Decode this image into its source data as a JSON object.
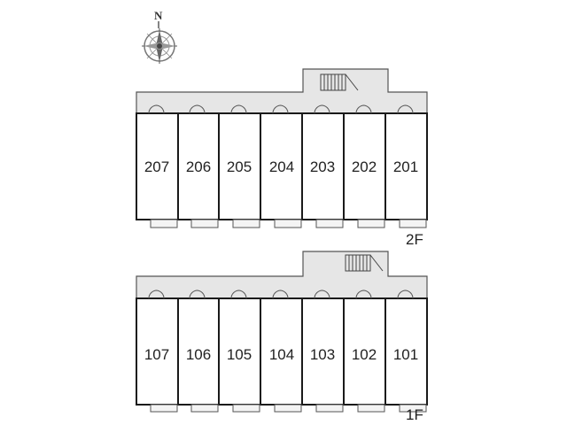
{
  "compass": {
    "north_label": "N",
    "icon": "compass-rose-icon"
  },
  "floors": [
    {
      "label": "2F",
      "units": [
        "207",
        "206",
        "205",
        "204",
        "203",
        "202",
        "201"
      ]
    },
    {
      "label": "1F",
      "units": [
        "107",
        "106",
        "105",
        "104",
        "103",
        "102",
        "101"
      ]
    }
  ],
  "colors": {
    "corridor": "#e6e6e6",
    "wall": "#1a1a1a",
    "unit_fill": "#ffffff",
    "line": "#555555"
  }
}
